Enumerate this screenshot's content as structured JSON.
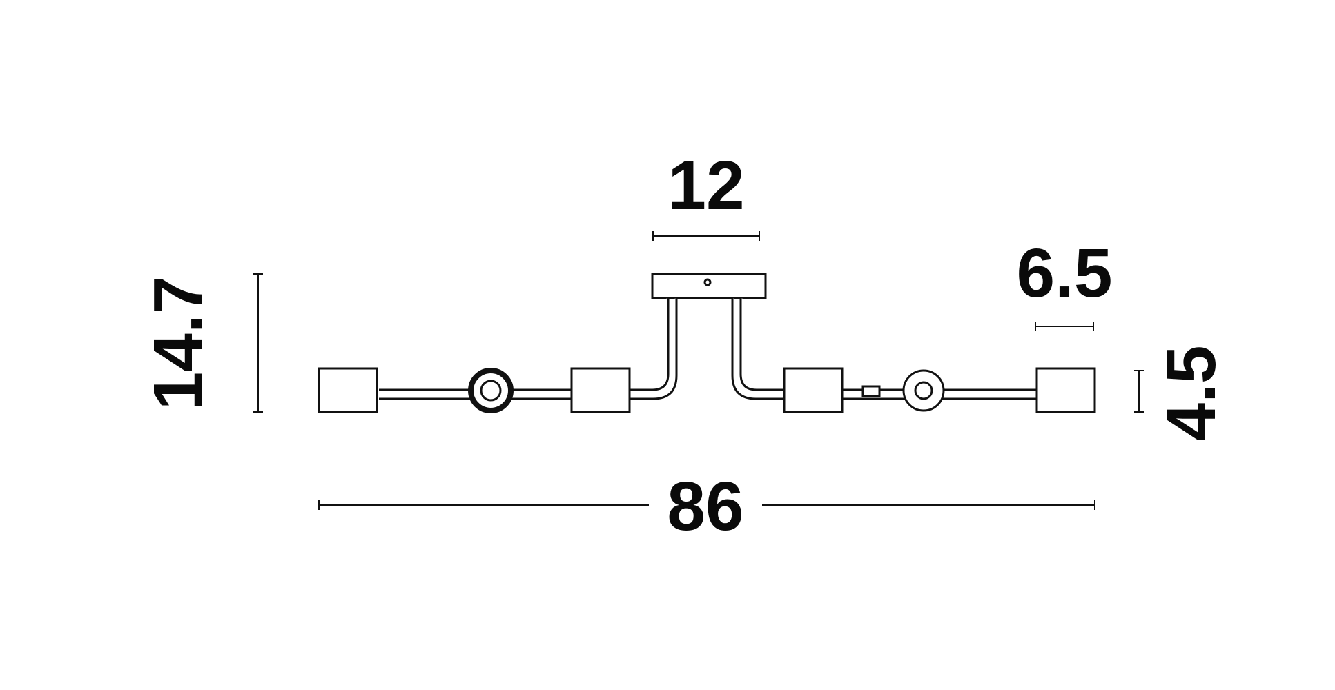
{
  "dimensions": {
    "mount_width": "12",
    "shade_width": "6.5",
    "total_height": "14.7",
    "shade_height": "4.5",
    "total_width": "86"
  },
  "colors": {
    "line": "#111111",
    "background": "#ffffff"
  }
}
